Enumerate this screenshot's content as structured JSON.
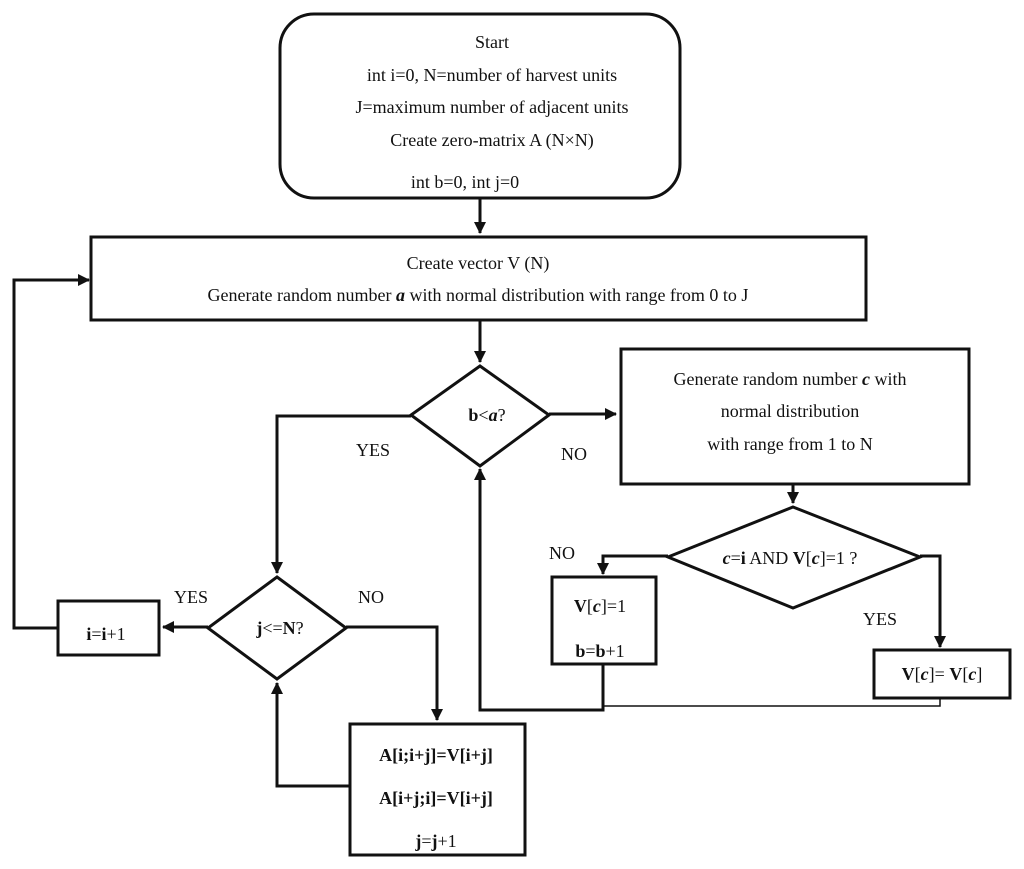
{
  "start": {
    "title": "Start",
    "line1": "int i=0, N=number of harvest units",
    "line2": "J=maximum number of adjacent units",
    "line3": "Create zero-matrix A (N×N)",
    "line4": "int b=0, int j=0"
  },
  "create_vector": {
    "line1": "Create vector V (N)",
    "line2_pre": "Generate random number ",
    "line2_var": "a",
    "line2_post": " with normal distribution with range from 0 to J"
  },
  "decision_b": {
    "var_b": "b",
    "lt": "<",
    "var_a": "a",
    "q": "?"
  },
  "gen_c": {
    "line1_pre": "Generate random number ",
    "line1_var": "c",
    "line1_post": " with",
    "line2": "normal distribution",
    "line3": "with range from 1 to N"
  },
  "decision_c": {
    "c": "c",
    "eq": "=",
    "i": "i",
    "and": " AND ",
    "V": "V",
    "lb": "[",
    "c2": "c",
    "rb": "]",
    "rest": "=1 ?"
  },
  "set_vc": {
    "line1_V": "V",
    "line1_lb": "[",
    "line1_c": "c",
    "line1_rest": "]=1",
    "line2_b": "b",
    "line2_eq": "=",
    "line2_b2": "b",
    "line2_rest": "+1"
  },
  "keep_vc": {
    "V": "V",
    "lb": "[",
    "c": "c",
    "rb": "]",
    "eq": "= ",
    "V2": "V",
    "lb2": "[",
    "c2": "c",
    "rb2": "]"
  },
  "decision_j": {
    "j": "j",
    "le": "<=",
    "N": "N",
    "q": "?"
  },
  "inc_i": {
    "i": "i",
    "eq": "=",
    "i2": "i",
    "rest": "+1"
  },
  "matrix_box": {
    "line1_A": "A[",
    "line1_i": "i",
    "line1_semi": ";",
    "line1_ij": "i+j",
    "line1_eq": "]=",
    "line1_V": "V[",
    "line1_ij2": "i+j",
    "line1_rb": "]",
    "line2_A": "A[",
    "line2_ij": "i+j",
    "line2_semi": ";",
    "line2_i": "i",
    "line2_eq": "]=",
    "line2_V": "V[",
    "line2_ij2": "i+j",
    "line2_rb": "]",
    "line3_j": "j",
    "line3_eq": "=",
    "line3_j2": "j",
    "line3_rest": "+1"
  },
  "labels": {
    "yes_b": "YES",
    "no_b": "NO",
    "no_c": "NO",
    "yes_c": "YES",
    "yes_j": "YES",
    "no_j": "NO"
  }
}
